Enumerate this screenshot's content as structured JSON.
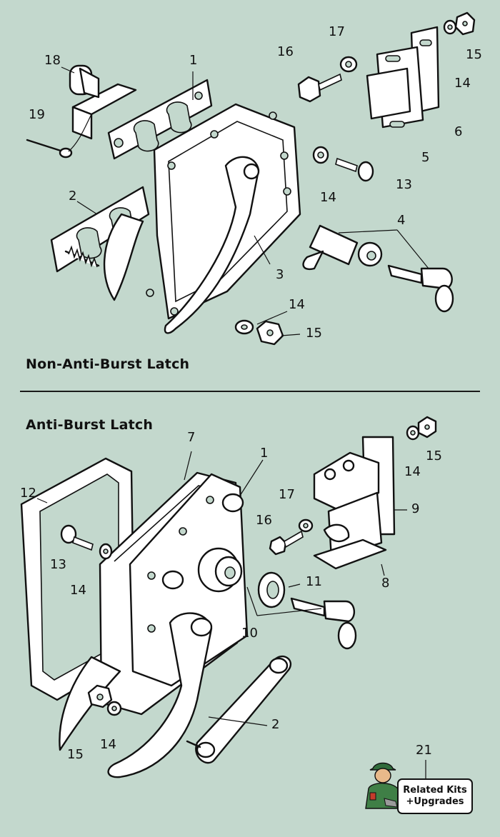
{
  "sections": {
    "top_title": "Non-Anti-Burst Latch",
    "bottom_title": "Anti-Burst Latch"
  },
  "callouts": {
    "top": [
      "18",
      "1",
      "16",
      "17",
      "15",
      "14",
      "6",
      "5",
      "13",
      "14",
      "19",
      "2",
      "3",
      "4",
      "14",
      "15"
    ],
    "bottom": [
      "7",
      "1",
      "15",
      "14",
      "12",
      "17",
      "16",
      "9",
      "13",
      "14",
      "11",
      "8",
      "10",
      "2",
      "15",
      "14",
      "21"
    ]
  },
  "related": {
    "line1": "Related Kits",
    "line2": "+Upgrades",
    "number": "21"
  },
  "colors": {
    "background": "#c3d8cd",
    "ink": "#111111",
    "part_fill": "#ffffff"
  }
}
